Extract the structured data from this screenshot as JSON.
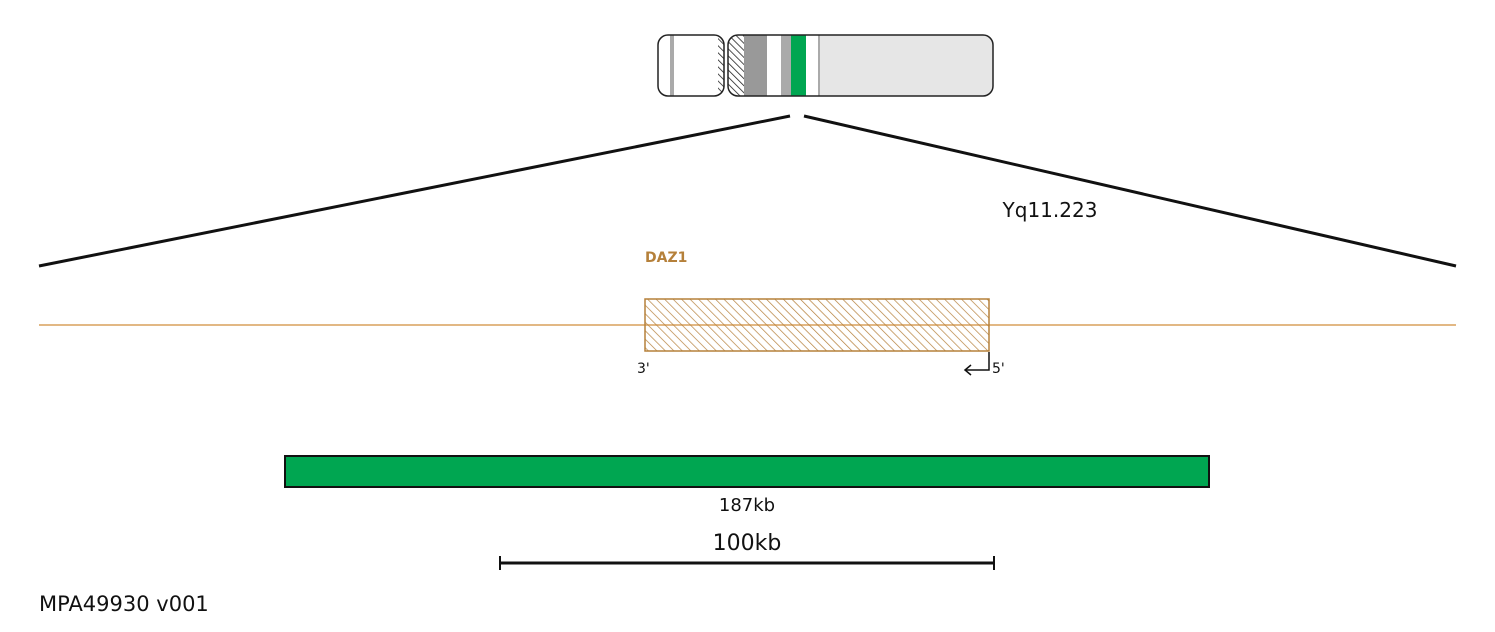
{
  "chromosome": {
    "band_label": "Yq11.223",
    "highlight_color": "#00A651"
  },
  "gene": {
    "name": "DAZ1",
    "color": "#B5803A",
    "end_left": "3'",
    "end_right": "5'"
  },
  "probe": {
    "size_label": "187kb",
    "color": "#00A651"
  },
  "scale_bar": {
    "label": "100kb"
  },
  "footer": {
    "product_code": "MPA49930 v001"
  }
}
